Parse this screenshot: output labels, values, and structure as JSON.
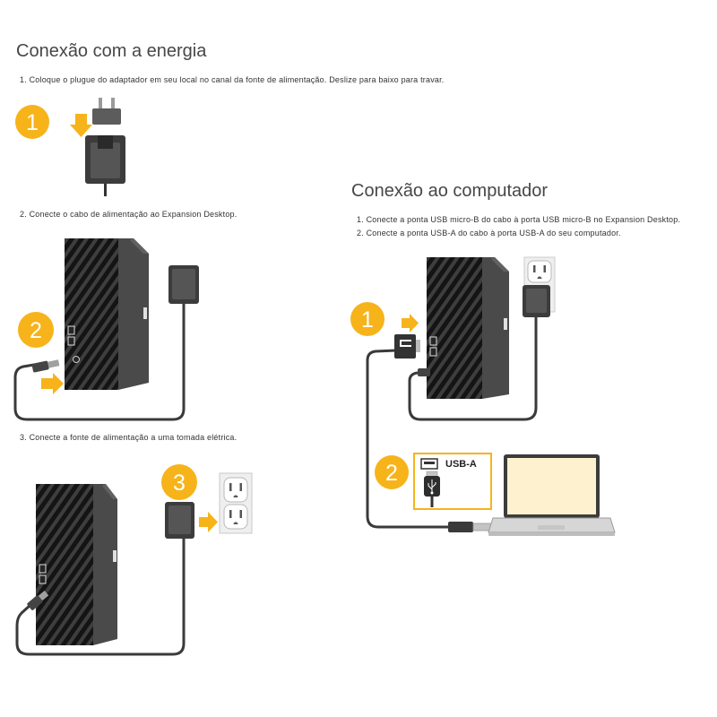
{
  "colors": {
    "accent_yellow": "#F7B31A",
    "device_dark": "#3c3c3c",
    "title_text": "#474747",
    "body_text": "#333333",
    "laptop_screen": "#FDF1CF",
    "page_background": "#ffffff"
  },
  "icons": {
    "arrow": "yellow-arrow-icon",
    "adapter": "power-adapter-icon",
    "plug_clip": "plug-clip-icon",
    "drive": "expansion-desktop-drive-icon",
    "outlet": "wall-outlet-icon",
    "micro_b": "usb-micro-b-connector-icon",
    "usb_a_plug": "usb-a-plug-icon",
    "usb_a_port": "usb-a-port-icon",
    "laptop": "laptop-icon"
  },
  "power_section": {
    "title": "Conexão com a energia",
    "steps": [
      {
        "badge": "1",
        "text": "1. Coloque o plugue do adaptador em seu local no canal da fonte de alimentação. Deslize para baixo para travar."
      },
      {
        "badge": "2",
        "text": "2. Conecte o cabo de alimentação ao Expansion Desktop."
      },
      {
        "badge": "3",
        "text": "3. Conecte a fonte de alimentação a uma tomada elétrica."
      }
    ]
  },
  "computer_section": {
    "title": "Conexão ao computador",
    "steps": [
      {
        "badge": "1",
        "text": "1. Conecte a ponta USB micro-B do cabo à porta USB micro-B no Expansion Desktop."
      },
      {
        "badge": "2",
        "text": "2. Conecte a ponta USB-A do cabo à porta USB-A do seu computador."
      }
    ],
    "callout_label": "USB-A"
  }
}
